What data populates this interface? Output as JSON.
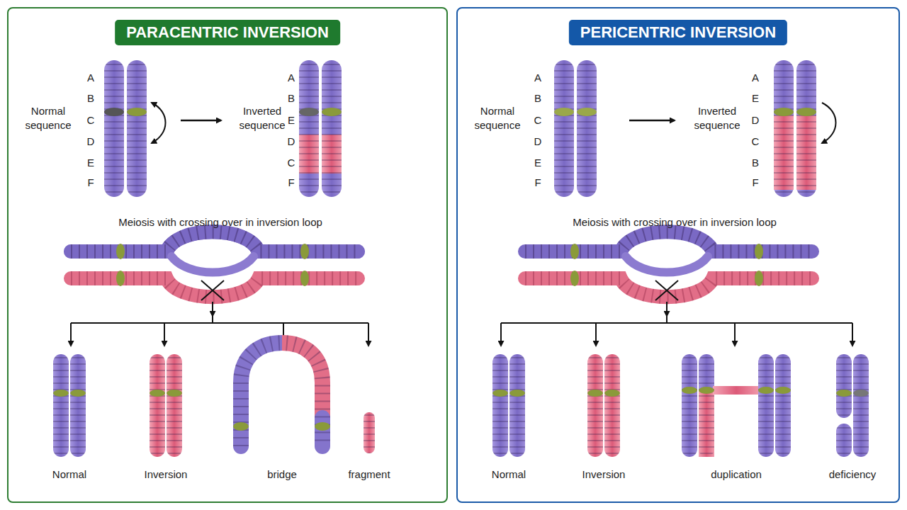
{
  "diagram": {
    "nodes": [
      {
        "text": [
          "PARACENTRIC INVERSION"
        ]
      },
      {
        "text": [
          "PERICENTRIC INVERSION"
        ]
      }
    ],
    "labels": [
      "Normal sequence",
      "A",
      "B",
      "C",
      "D",
      "E",
      "F",
      "Inverted sequence",
      "A",
      "B",
      "E",
      "D",
      "C",
      "F",
      "Meiosis with crossing over in inversion loop",
      "Normal",
      "Inversion",
      "bridge",
      "fragment",
      "Normal sequence",
      "A",
      "B",
      "C",
      "D",
      "E",
      "F",
      "Inverted sequence",
      "A",
      "E",
      "D",
      "C",
      "B",
      "F",
      "Meiosis with crossing over in inversion loop",
      "Normal",
      "Inversion",
      "duplication",
      "deficiency"
    ]
  }
}
